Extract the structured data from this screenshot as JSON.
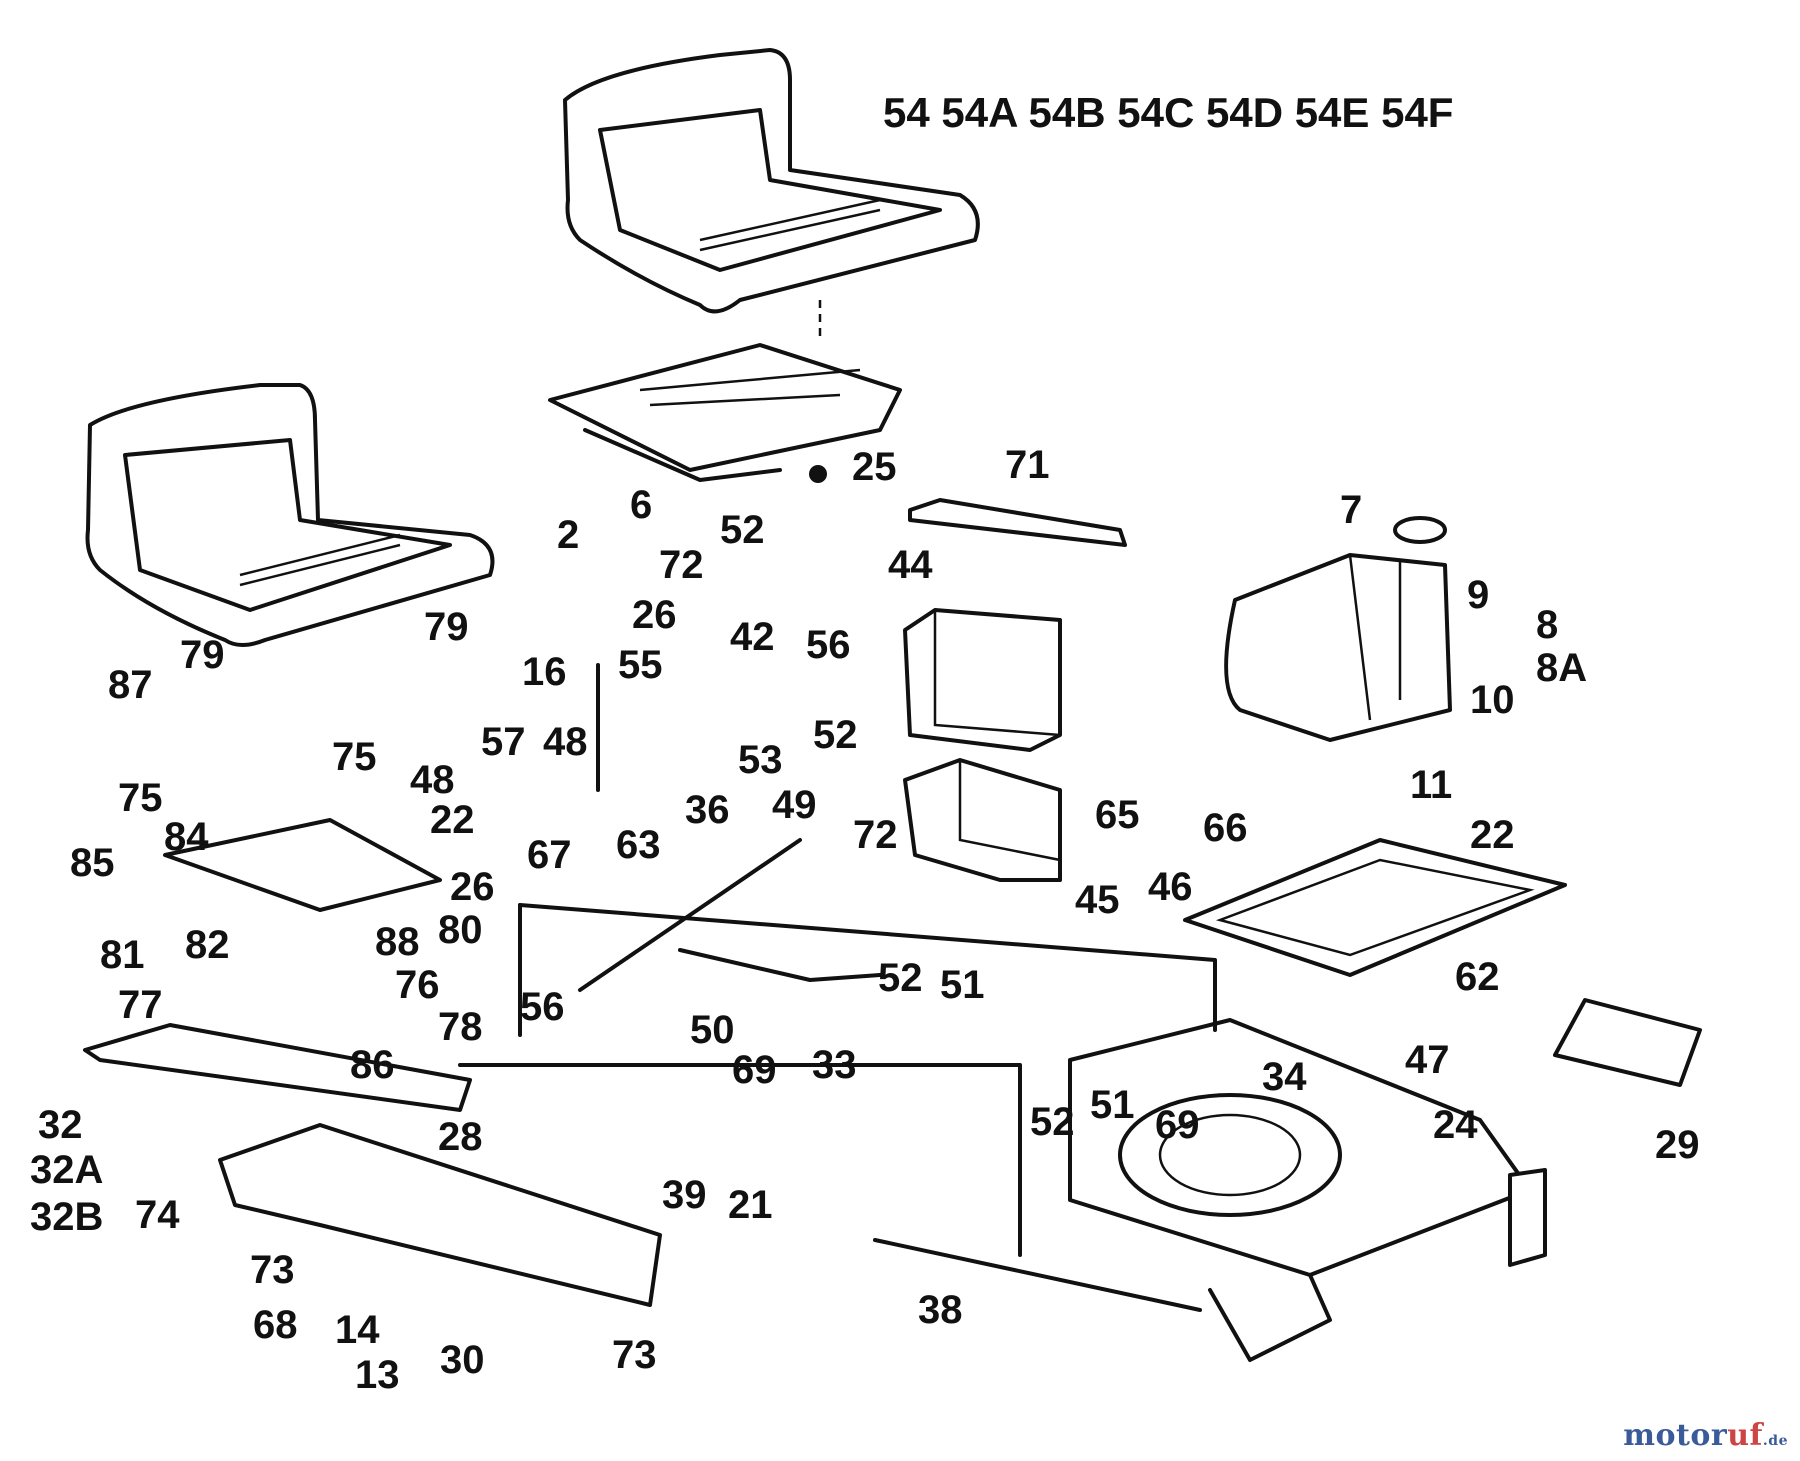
{
  "labels": {
    "seat_variants": "54 54A 54B 54C 54D 54E 54F",
    "l6": "6",
    "l25": "25",
    "l71": "71",
    "l7": "7",
    "l2": "2",
    "l52a": "52",
    "l72a": "72",
    "l44": "44",
    "l9": "9",
    "l8": "8",
    "l8a": "8A",
    "l26a": "26",
    "l42": "42",
    "l56a": "56",
    "l79a": "79",
    "l79b": "79",
    "l16": "16",
    "l55": "55",
    "l87": "87",
    "l10": "10",
    "l11": "11",
    "l75a": "75",
    "l57": "57",
    "l48a": "48",
    "l48b": "48",
    "l53": "53",
    "l52b": "52",
    "l75b": "75",
    "l22a": "22",
    "l84": "84",
    "l36": "36",
    "l49": "49",
    "l72b": "72",
    "l65": "65",
    "l66": "66",
    "l22b": "22",
    "l63": "63",
    "l85": "85",
    "l67": "67",
    "l26b": "26",
    "l46": "46",
    "l45": "45",
    "l80": "80",
    "l88": "88",
    "l81": "81",
    "l82": "82",
    "l76": "76",
    "l62": "62",
    "l52c": "52",
    "l51a": "51",
    "l77": "77",
    "l56b": "56",
    "l78": "78",
    "l50": "50",
    "l47": "47",
    "l86": "86",
    "l33": "33",
    "l69a": "69",
    "l34": "34",
    "l32": "32",
    "l52d": "52",
    "l51b": "51",
    "l69b": "69",
    "l24": "24",
    "l29": "29",
    "l28": "28",
    "l32a": "32A",
    "l74": "74",
    "l39": "39",
    "l21": "21",
    "l32b": "32B",
    "l73a": "73",
    "l38": "38",
    "l68": "68",
    "l14": "14",
    "l30": "30",
    "l13": "13",
    "l73b": "73"
  },
  "watermark": {
    "part1": "motor",
    "part2": "uf",
    "part3": ".de"
  }
}
